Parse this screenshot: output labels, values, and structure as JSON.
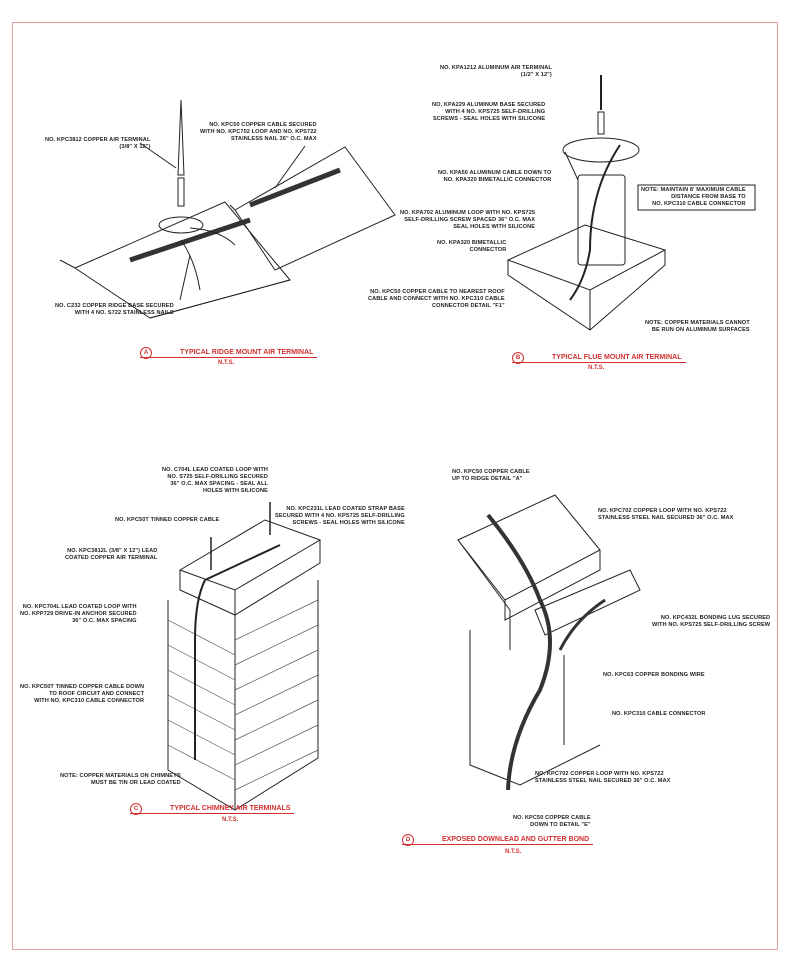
{
  "details": [
    {
      "id": "A",
      "title": "TYPICAL RIDGE MOUNT AIR TERMINAL",
      "scale": "N.T.S.",
      "labels": [
        [
          "NO. KPC3812 COPPER AIR TERMINAL",
          "(3/8\" X 12\")"
        ],
        [
          "NO. KPC50 COPPER CABLE SECURED",
          "WITH NO. KPC702 LOOP AND NO. KPS722",
          "STAINLESS NAIL 36\" O.C. MAX"
        ],
        [
          "NO. C232 COPPER RIDGE BASE SECURED",
          "WITH 4 NO. S722 STAINLESS NAILS"
        ]
      ]
    },
    {
      "id": "B",
      "title": "TYPICAL FLUE MOUNT AIR TERMINAL",
      "scale": "N.T.S.",
      "labels": [
        [
          "NO. KPA1212 ALUMINUM AIR TERMINAL",
          "(1/2\" X 12\")"
        ],
        [
          "NO. KPA229 ALUMINUM BASE SECURED",
          "WITH 4 NO. KPS725 SELF-DRILLING",
          "SCREWS - SEAL HOLES WITH SILICONE"
        ],
        [
          "NO. KPA50 ALUMINUM CABLE DOWN TO",
          "NO. KPA320 BIMETALLIC CONNECTOR"
        ],
        [
          "NO. KPA702 ALUMINUM LOOP WITH NO. KPS725",
          "SELF-DRILLING SCREW SPACED 36\" O.C. MAX",
          "SEAL HOLES WITH SILICONE"
        ],
        [
          "NO. KPA320 BIMETALLIC",
          "CONNECTOR"
        ],
        [
          "NO. KPC50 COPPER CABLE TO NEAREST ROOF",
          "CABLE AND CONNECT WITH NO. KPC310 CABLE",
          "CONNECTOR DETAIL \"F1\""
        ]
      ],
      "notes": [
        [
          "NOTE: MAINTAIN 8' MAXIMUM CABLE",
          "DISTANCE FROM BASE TO",
          "NO. KPC310 CABLE CONNECTOR"
        ],
        [
          "NOTE: COPPER MATERIALS CANNOT",
          "BE RUN ON ALUMINUM SURFACES"
        ]
      ]
    },
    {
      "id": "C",
      "title": "TYPICAL CHIMNEY AIR TERMINALS",
      "scale": "N.T.S.",
      "labels": [
        [
          "NO. C704L LEAD COATED LOOP WITH",
          "NO. S725 SELF-DRILLING SECURED",
          "36\" O.C. MAX SPACING - SEAL ALL",
          "HOLES WITH SILICONE"
        ],
        [
          "NO. KPC231L LEAD COATED STRAP BASE",
          "SECURED WITH 4 NO. KPS725 SELF-DRILLING",
          "SCREWS - SEAL HOLES WITH SILICONE"
        ],
        [
          "NO. KPC50T TINNED COPPER CABLE"
        ],
        [
          "NO. KPC3812L (3/8\" X 12\") LEAD",
          "COATED COPPER AIR TERMINAL"
        ],
        [
          "NO. KPC704L LEAD COATED LOOP WITH",
          "NO. KPP729 DRIVE-IN ANCHOR SECURED",
          "36\" O.C. MAX SPACING"
        ],
        [
          "NO. KPC50T TINNED COPPER CABLE DOWN",
          "TO ROOF CIRCUIT AND CONNECT",
          "WITH NO. KPC310 CABLE CONNECTOR"
        ]
      ],
      "notes": [
        [
          "NOTE: COPPER MATERIALS ON CHIMNEYS",
          "MUST BE TIN OR LEAD COATED"
        ]
      ]
    },
    {
      "id": "D",
      "title": "EXPOSED DOWNLEAD AND GUTTER BOND",
      "scale": "N.T.S.",
      "labels": [
        [
          "NO. KPC50 COPPER CABLE",
          "UP TO RIDGE DETAIL \"A\""
        ],
        [
          "NO. KPC702 COPPER LOOP WITH NO. KPS722",
          "STAINLESS STEEL NAIL SECURED 36\" O.C. MAX"
        ],
        [
          "NO. KPC432L BONDING LUG SECURED",
          "WITH NO. KPS725 SELF-DRILLING SCREW"
        ],
        [
          "NO. KPC63 COPPER BONDING WIRE"
        ],
        [
          "NO. KPC310 CABLE CONNECTOR"
        ],
        [
          "NO. KPC702 COPPER LOOP WITH NO. KPS722",
          "STAINLESS STEEL NAIL SECURED 36\" O.C. MAX"
        ],
        [
          "NO. KPC50 COPPER CABLE",
          "DOWN TO DETAIL \"E\""
        ]
      ]
    }
  ]
}
